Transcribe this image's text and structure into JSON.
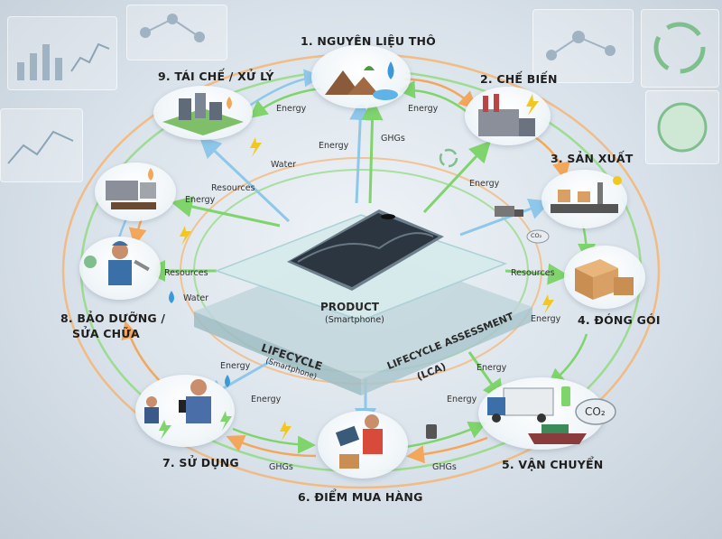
{
  "stages": [
    {
      "id": "raw-materials",
      "label": "1. NGUYÊN LIỆU THÔ"
    },
    {
      "id": "processing",
      "label": "2. CHẾ BIẾN"
    },
    {
      "id": "manufacturing",
      "label": "3. SẢN XUẤT"
    },
    {
      "id": "packaging",
      "label": "4. ĐÓNG GÓI"
    },
    {
      "id": "transport",
      "label": "5. VẬN CHUYỂN"
    },
    {
      "id": "point-of-sale",
      "label": "6. ĐIỂM MUA HÀNG"
    },
    {
      "id": "use",
      "label": "7. SỬ DỤNG"
    },
    {
      "id": "maintenance",
      "label_line1": "8. BẢO DƯỠNG /",
      "label_line2": "SỬA CHỮA"
    },
    {
      "id": "recycling",
      "label": "9. TÁI CHẾ / XỬ LÝ"
    }
  ],
  "center": {
    "product_title": "PRODUCT",
    "product_subtitle": "(Smartphone)",
    "lifecycle_title": "LIFECYCLE",
    "lifecycle_subtitle": "(Smartphone)",
    "lca_line1": "LIFECYCLE ASSESSMENT",
    "lca_line2": "(LCA)"
  },
  "flows": {
    "energy": "Energy",
    "ghgs": "GHGs",
    "water": "Water",
    "resources": "Resources"
  },
  "icons": {
    "co2_cloud_1": "CO₂",
    "co2_cloud_2": "CO₂"
  },
  "colors": {
    "arrow_green": "#7fd46b",
    "arrow_orange": "#f3a75a",
    "arrow_blue": "#8fc7ea",
    "ring_orange": "#f6b26b",
    "ring_green": "#8ed97a",
    "platform": "#cfe3e6",
    "energy_bolt": "#f2c81e",
    "water_drop": "#3a9ad9"
  }
}
